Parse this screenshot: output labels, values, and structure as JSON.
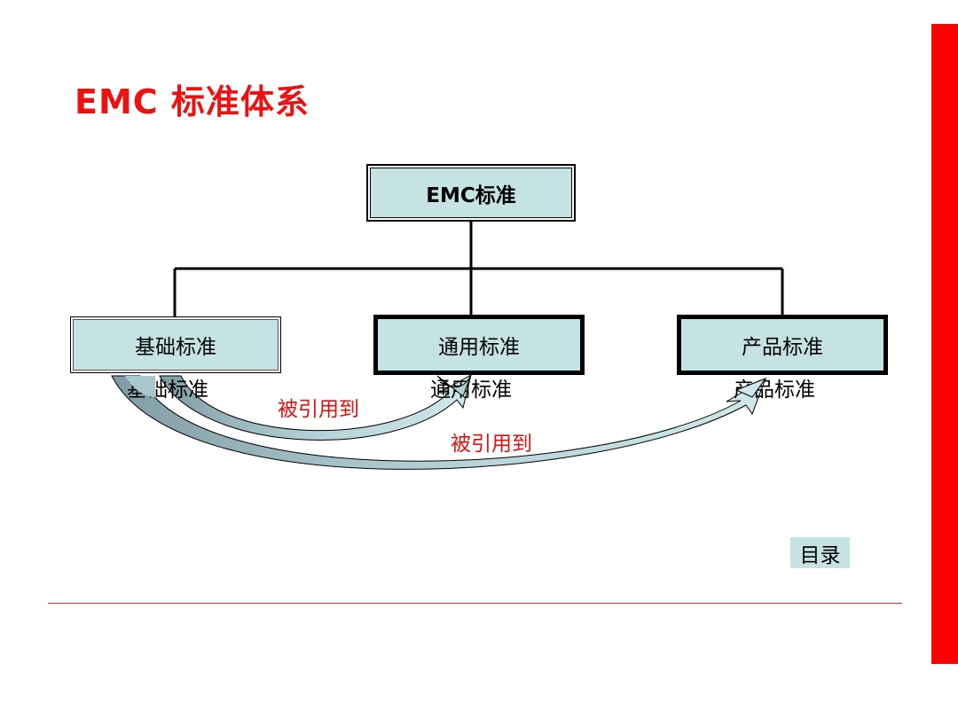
{
  "slide": {
    "title": "EMC 标准体系",
    "toc_button": "目录",
    "accent_color": "#ff0000",
    "box_fill": "#c5e3e3"
  },
  "diagram": {
    "root": "EMC标准",
    "children": [
      {
        "label": "基础标准",
        "shadow_label": "基础标准"
      },
      {
        "label": "通用标准",
        "shadow_label": "通用标准"
      },
      {
        "label": "产品标准",
        "shadow_label": "产品标准"
      }
    ],
    "references": [
      {
        "from": "基础标准",
        "to": "通用标准",
        "label": "被引用到"
      },
      {
        "from": "基础标准",
        "to": "产品标准",
        "label": "被引用到"
      }
    ]
  }
}
